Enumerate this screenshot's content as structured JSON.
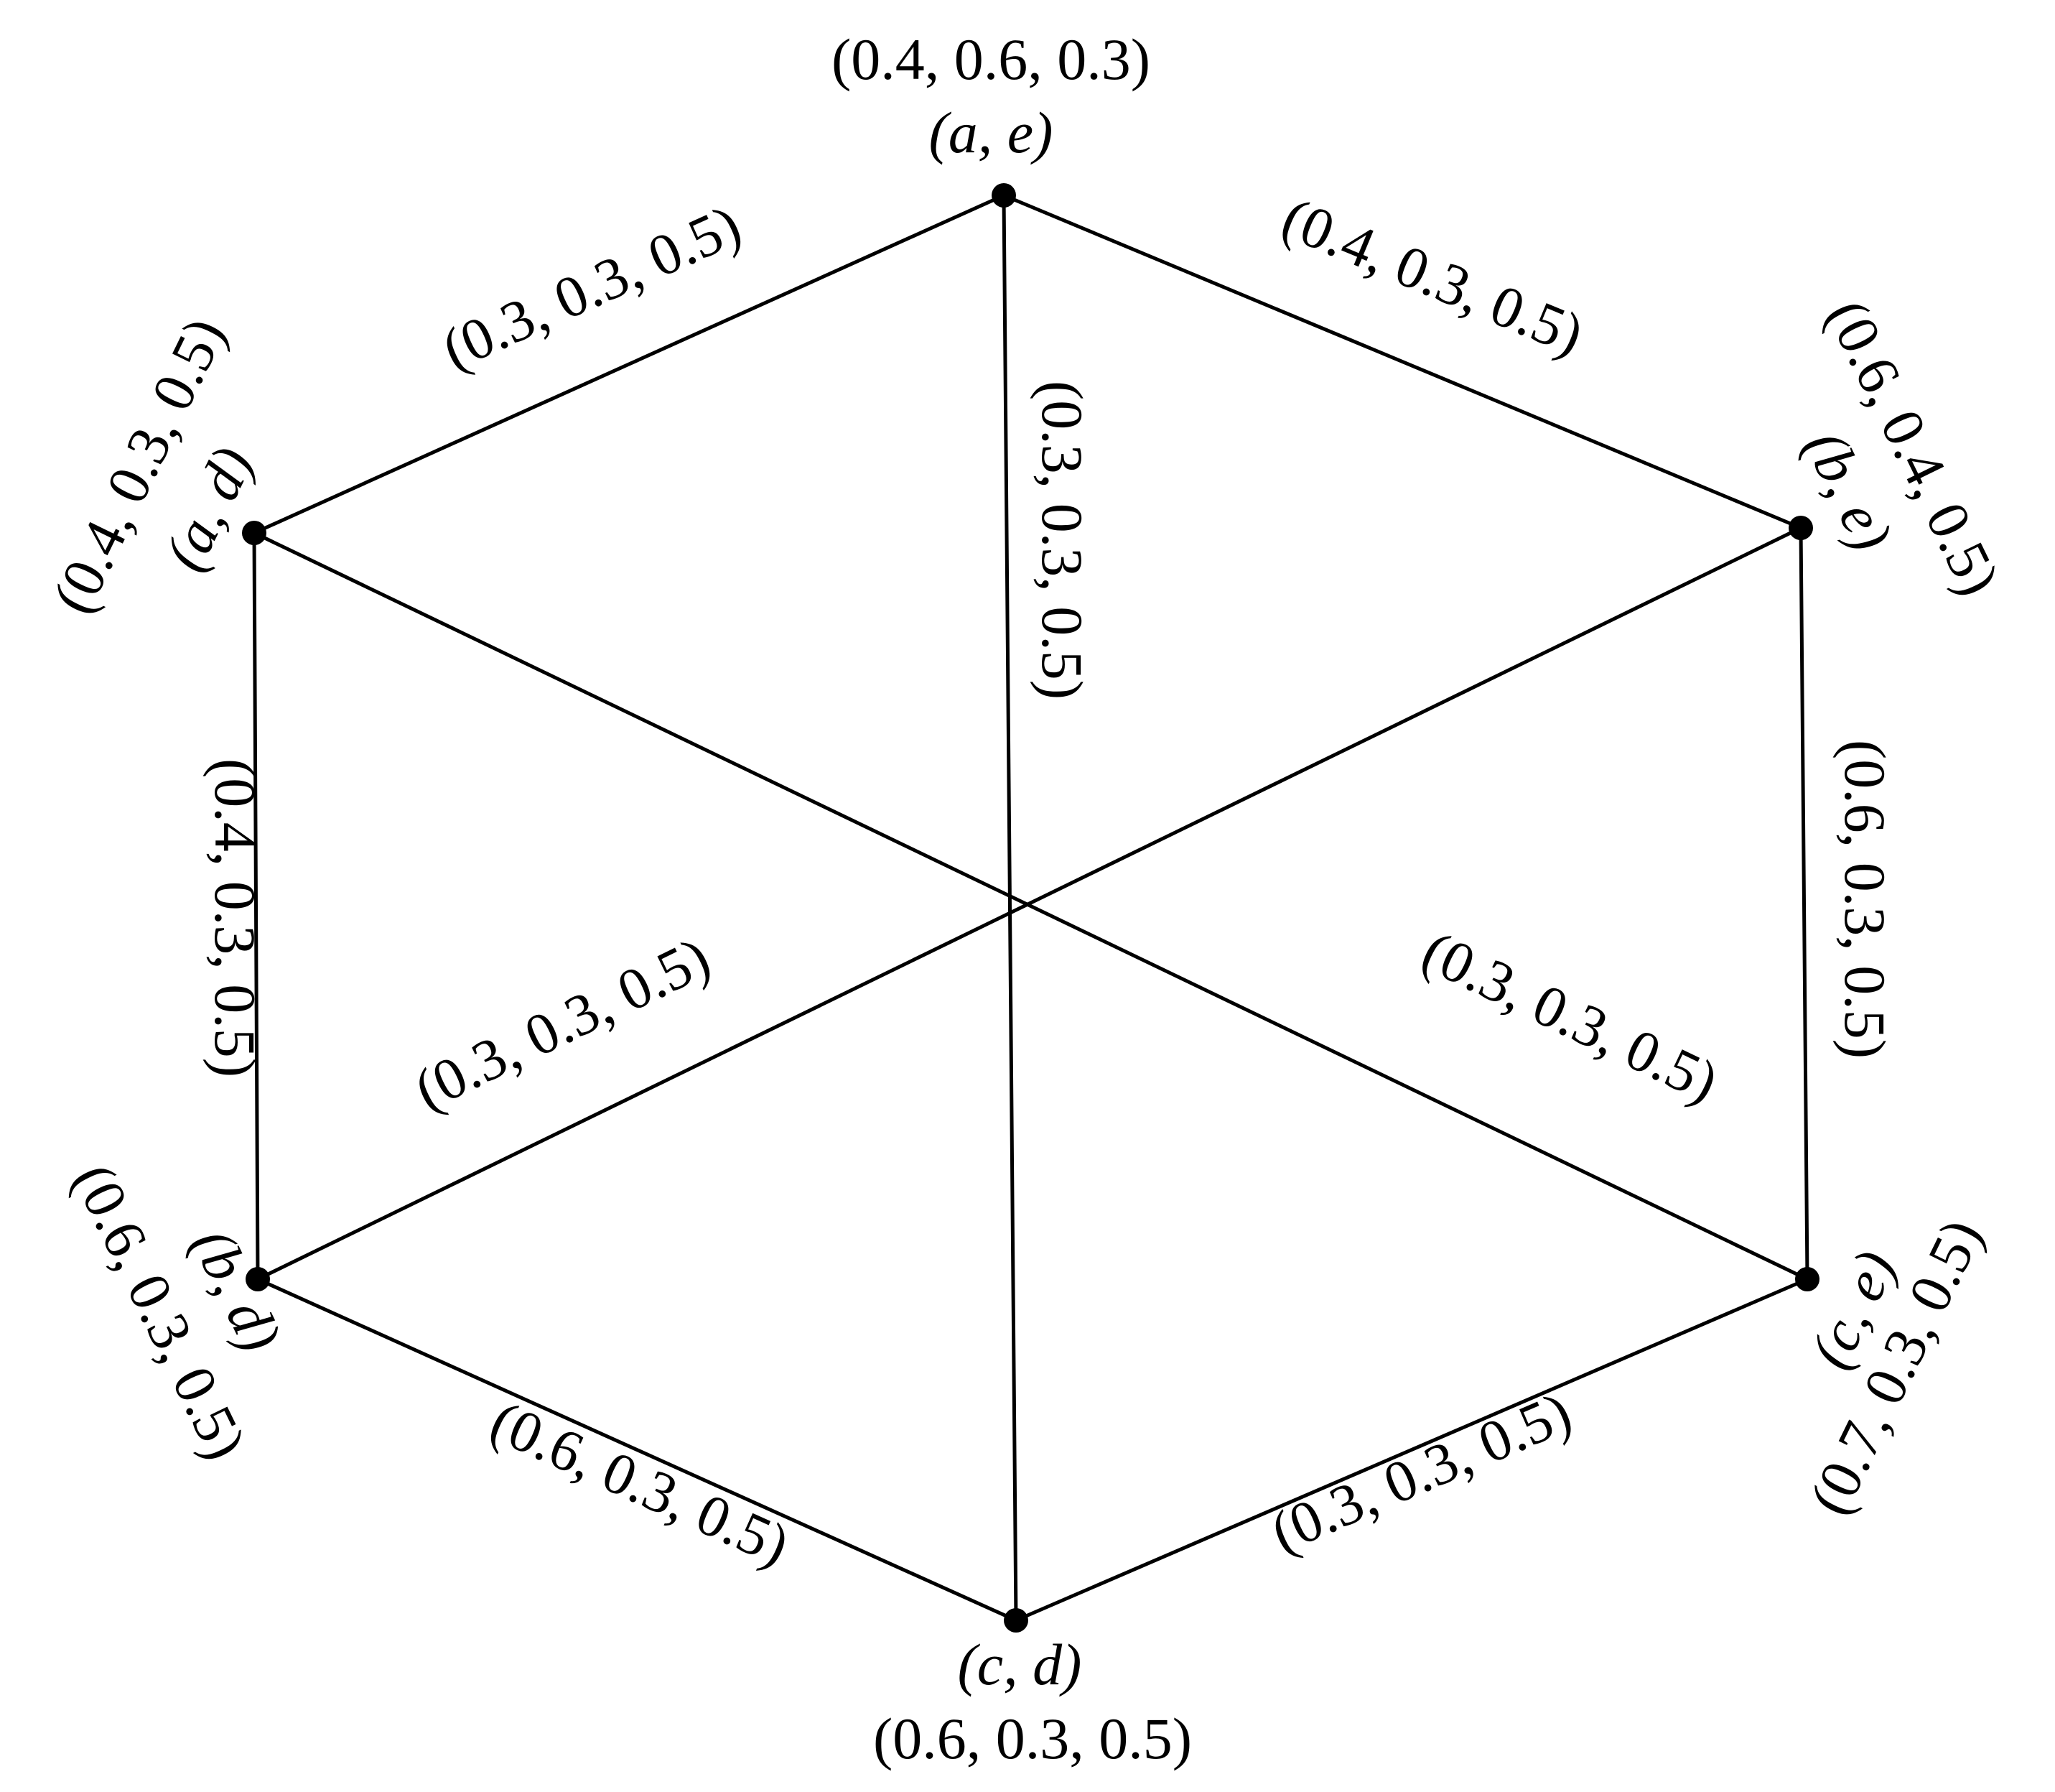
{
  "vertices": [
    {
      "id": "ae",
      "name": "(a, e)",
      "value": "(0.4, 0.6, 0.3)"
    },
    {
      "id": "be",
      "name": "(b, e)",
      "value": "(0.6, 0.4, 0.5)"
    },
    {
      "id": "ce",
      "name": "(c, e)",
      "value": "(0.7, 0.3, 0.5)"
    },
    {
      "id": "cd",
      "name": "(c, d)",
      "value": "(0.6, 0.3, 0.5)"
    },
    {
      "id": "bd",
      "name": "(b, d)",
      "value": "(0.6, 0.3, 0.5)"
    },
    {
      "id": "ad",
      "name": "(a, d)",
      "value": "(0.4, 0.3, 0.5)"
    }
  ],
  "edges": [
    {
      "from": "ae",
      "to": "be",
      "value": "(0.4, 0.3, 0.5)"
    },
    {
      "from": "be",
      "to": "ce",
      "value": "(0.6, 0.3, 0.5)"
    },
    {
      "from": "ce",
      "to": "cd",
      "value": "(0.3, 0.3, 0.5)"
    },
    {
      "from": "cd",
      "to": "bd",
      "value": "(0.6, 0.3, 0.5)"
    },
    {
      "from": "bd",
      "to": "ad",
      "value": "(0.4, 0.3, 0.5)"
    },
    {
      "from": "ad",
      "to": "ae",
      "value": "(0.3, 0.3, 0.5)"
    },
    {
      "from": "ae",
      "to": "cd",
      "value": "(0.3, 0.3, 0.5)"
    },
    {
      "from": "ad",
      "to": "ce",
      "value": "(0.3, 0.3, 0.5)"
    },
    {
      "from": "bd",
      "to": "be",
      "value": "(0.3, 0.3, 0.5)"
    }
  ]
}
